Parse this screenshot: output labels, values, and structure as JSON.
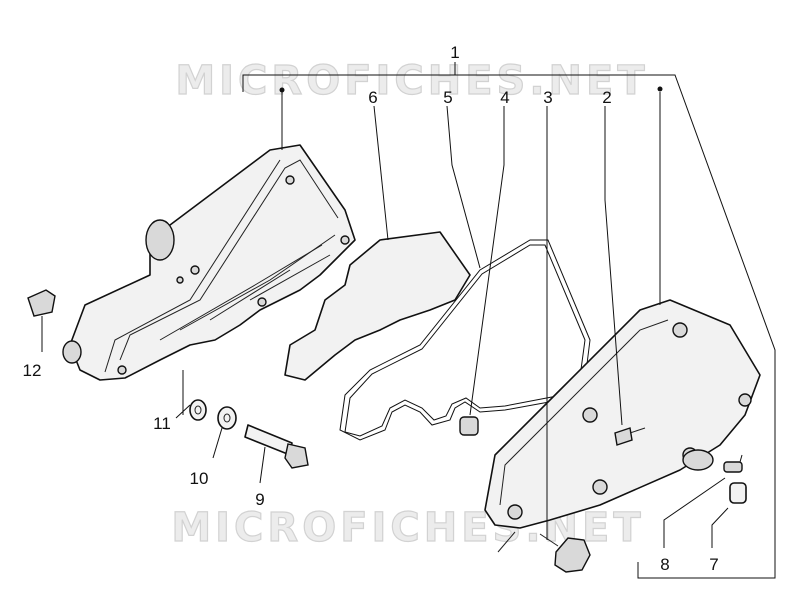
{
  "watermark": {
    "top_text": "MICROFICHES.NET",
    "bottom_text": "MICROFICHES.NET"
  },
  "callouts": {
    "c1": "1",
    "c2": "2",
    "c3": "3",
    "c4": "4",
    "c5": "5",
    "c6": "6",
    "c7": "7",
    "c8": "8",
    "c9": "9",
    "c10": "10",
    "c11": "11",
    "c12": "12"
  }
}
